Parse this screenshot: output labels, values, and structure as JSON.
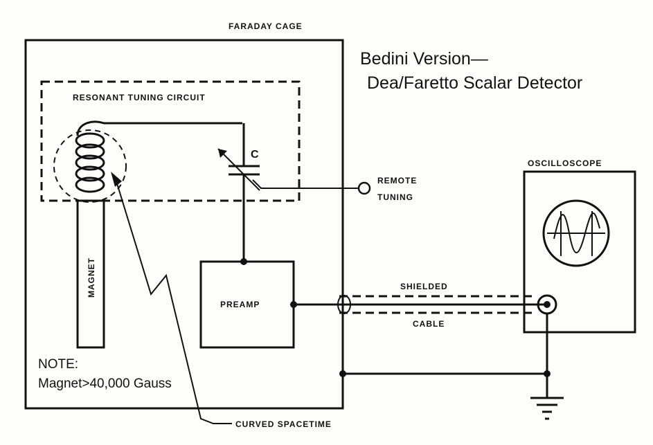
{
  "title_line1": "Bedini Version—",
  "title_line2": "Dea/Faretto Scalar  Detector",
  "labels": {
    "faraday_cage": "FARADAY CAGE",
    "resonant_circuit": "RESONANT TUNING CIRCUIT",
    "capacitor": "C",
    "remote": "REMOTE",
    "tuning": "TUNING",
    "oscilloscope": "OSCILLOSCOPE",
    "magnet": "MAGNET",
    "preamp": "PREAMP",
    "shielded": "SHIELDED",
    "cable": "CABLE",
    "curved_spacetime": "CURVED SPACETIME"
  },
  "note": {
    "heading": "NOTE:",
    "text": "Magnet>40,000 Gauss"
  }
}
